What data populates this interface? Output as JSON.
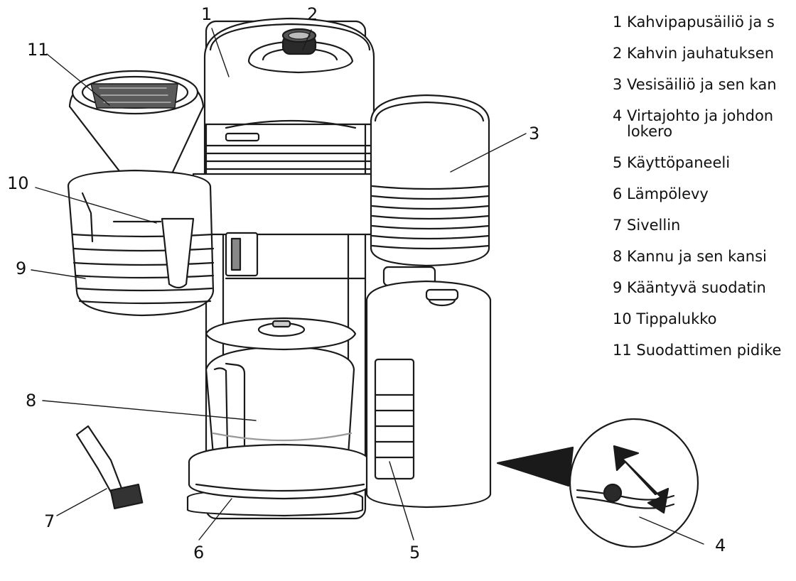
{
  "callouts": [
    "1",
    "2",
    "3",
    "4",
    "5",
    "6",
    "7",
    "8",
    "9",
    "10",
    "11"
  ],
  "legend": [
    {
      "text": "1 Kahvipapusäiliö ja s"
    },
    {
      "text": "2 Kahvin jauhatuksen"
    },
    {
      "text": "3 Vesisäiliö ja sen kan"
    },
    {
      "text": "4 Virtajohto ja johdon",
      "cont": "lokero"
    },
    {
      "text": "5 Käyttöpaneeli"
    },
    {
      "text": "6 Lämpölevy"
    },
    {
      "text": "7 Sivellin"
    },
    {
      "text": "8 Kannu ja sen kansi"
    },
    {
      "text": "9 Kääntyvä suodatin"
    },
    {
      "text": "10 Tippalukko"
    },
    {
      "text": "11 Suodattimen pidike"
    }
  ]
}
